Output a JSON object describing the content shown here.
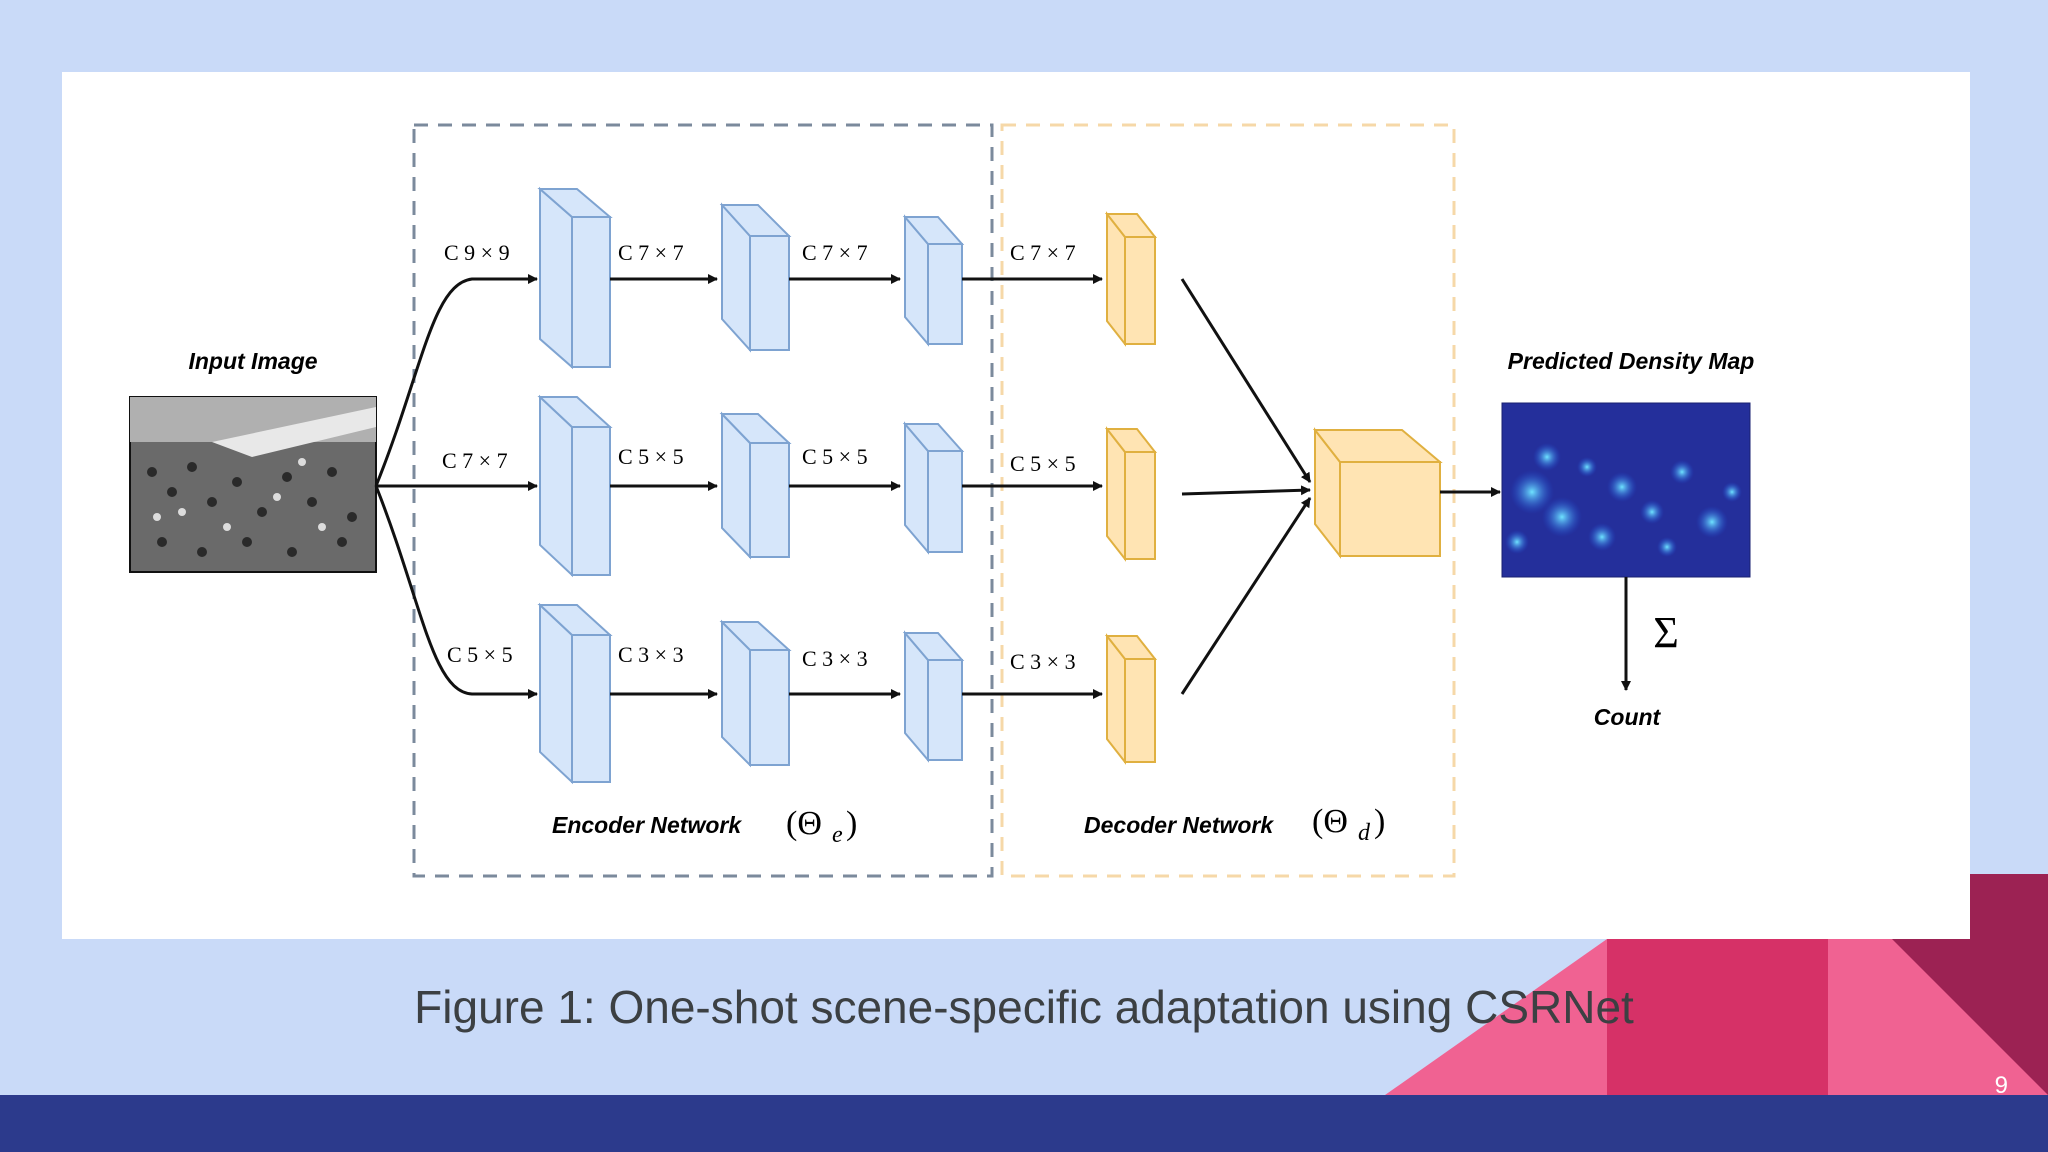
{
  "slide": {
    "caption": "Figure 1: One-shot scene-specific adaptation using CSRNet",
    "page_number": "9",
    "colors": {
      "background": "#c9daf8",
      "footer_bar": "#2c3a8c",
      "accent_pink": "#f06292",
      "accent_magenta": "#d63167",
      "accent_dark": "#9c2253"
    }
  },
  "diagram": {
    "input_label": "Input Image",
    "output_label": "Predicted Density Map",
    "count_label": "Count",
    "sum_symbol": "Σ",
    "encoder_label": "Encoder Network",
    "encoder_param": "(Θ",
    "encoder_sub": "e",
    "decoder_label": "Decoder Network",
    "decoder_param": "(Θ",
    "decoder_sub": "d",
    "close_paren": ")",
    "encoder_color": "#d6e6fa",
    "decoder_color": "#ffe4b3",
    "branches": [
      {
        "layers": [
          "C 9 × 9",
          "C 7 × 7",
          "C 7 × 7",
          "C 7 × 7"
        ]
      },
      {
        "layers": [
          "C 7 × 7",
          "C 5 × 5",
          "C 5 × 5",
          "C 5 × 5"
        ]
      },
      {
        "layers": [
          "C 5 × 5",
          "C 3 × 3",
          "C 3 × 3",
          "C 3 × 3"
        ]
      }
    ]
  }
}
